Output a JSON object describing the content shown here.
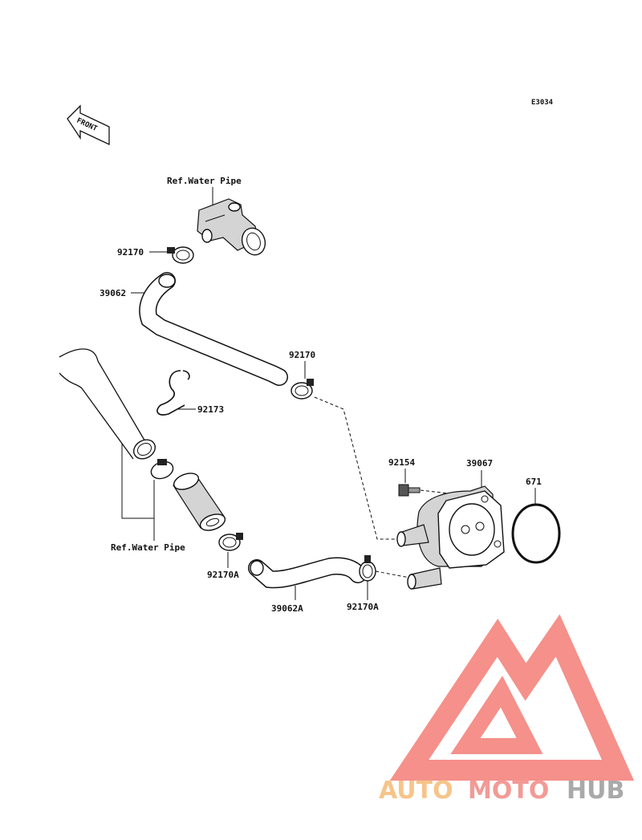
{
  "diagram_code": "E3034",
  "front_label": "FRONT",
  "ref_labels": {
    "top": "Ref.Water Pipe",
    "bottom": "Ref.Water Pipe"
  },
  "part_labels": {
    "clamp_top": "92170",
    "hose_upper": "39062",
    "clamp_mid": "92170",
    "clip": "92173",
    "bolt": "92154",
    "cooler": "39067",
    "oring": "671",
    "clamp_lower_left": "92170A",
    "hose_lower": "39062A",
    "clamp_lower_right": "92170A"
  },
  "watermark": {
    "part1": "AUTO",
    "part2": "MOTO",
    "part3": "HUB",
    "colors": {
      "auto": "#f7c48a",
      "moto": "#f39a96",
      "hub": "#a9a9a9",
      "triangle": "#f26b63"
    }
  }
}
